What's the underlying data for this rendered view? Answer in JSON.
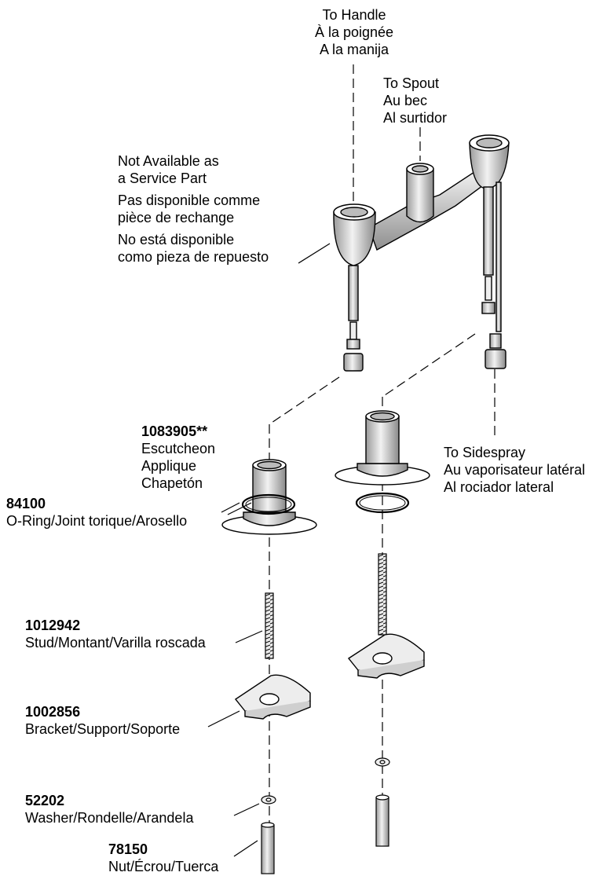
{
  "callouts": {
    "to_handle": [
      "To Handle",
      "À la poignée",
      "A la manija"
    ],
    "to_spout": [
      "To Spout",
      "Au bec",
      "Al surtidor"
    ],
    "not_available": [
      "Not Available as",
      "a Service Part",
      "Pas disponible comme",
      "pièce de rechange",
      "No está disponible",
      "como pieza de repuesto"
    ],
    "to_sidespray": [
      "To Sidespray",
      "Au vaporisateur latéral",
      "Al rociador lateral"
    ]
  },
  "parts": [
    {
      "number": "1083905**",
      "lines": [
        "Escutcheon",
        "Applique",
        "Chapetón"
      ]
    },
    {
      "number": "84100",
      "lines": [
        "O-Ring/Joint torique/Arosello"
      ]
    },
    {
      "number": "1012942",
      "lines": [
        "Stud/Montant/Varilla roscada"
      ]
    },
    {
      "number": "1002856",
      "lines": [
        "Bracket/Support/Soporte"
      ]
    },
    {
      "number": "52202",
      "lines": [
        "Washer/Rondelle/Arandela"
      ]
    },
    {
      "number": "78150",
      "lines": [
        "Nut/Écrou/Tuerca"
      ]
    }
  ],
  "colors": {
    "line": "#000000",
    "fill": "#ffffff",
    "shade": "#d9d9d9"
  }
}
